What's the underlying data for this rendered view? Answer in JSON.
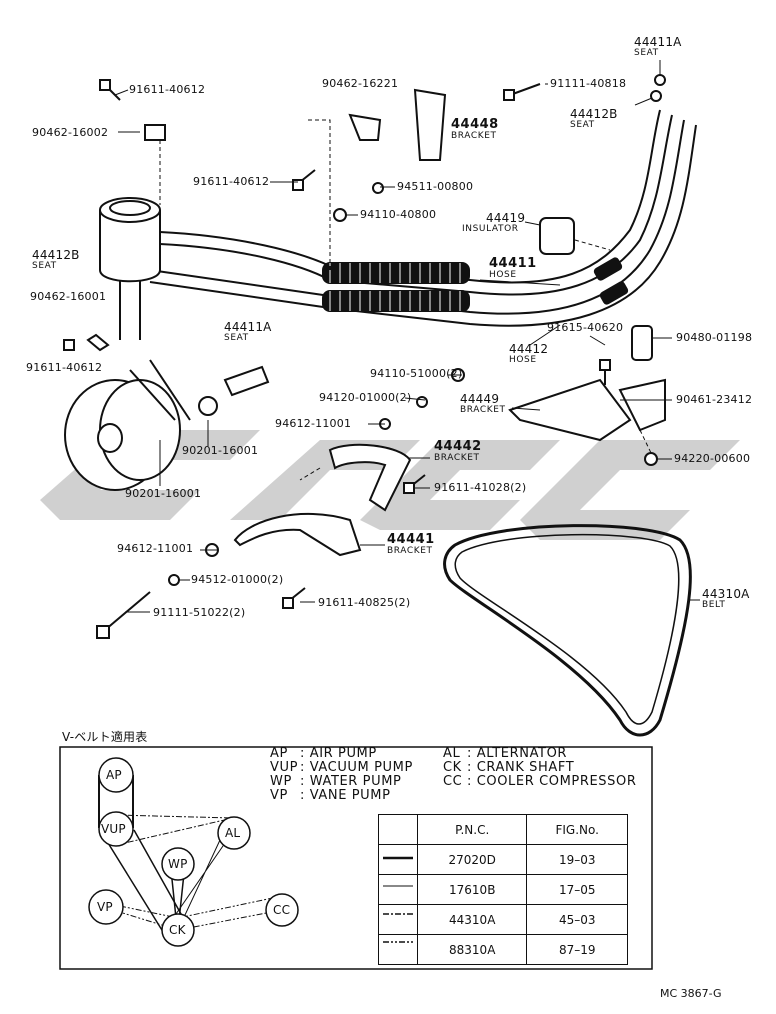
{
  "parts": [
    {
      "id": "p1",
      "text": "91611-40612"
    },
    {
      "id": "p2",
      "text": "90462-16002"
    },
    {
      "id": "p3",
      "text": "90462-16221"
    },
    {
      "id": "p4",
      "text": "44448",
      "sub": "BRACKET"
    },
    {
      "id": "p5",
      "text": "91111-40818"
    },
    {
      "id": "p6",
      "text": "44411A",
      "sub": "SEAT"
    },
    {
      "id": "p7",
      "text": "44412B",
      "sub": "SEAT"
    },
    {
      "id": "p8",
      "text": "91611-40612"
    },
    {
      "id": "p9",
      "text": "94511-00800"
    },
    {
      "id": "p10",
      "text": "94110-40800"
    },
    {
      "id": "p11",
      "text": "44419",
      "sub": "INSULATOR"
    },
    {
      "id": "p12",
      "text": "44412B",
      "sub": "SEAT"
    },
    {
      "id": "p13",
      "text": "44411",
      "sub": "HOSE"
    },
    {
      "id": "p14",
      "text": "90462-16001"
    },
    {
      "id": "p15",
      "text": "91611-40612"
    },
    {
      "id": "p16",
      "text": "44411A",
      "sub": "SEAT"
    },
    {
      "id": "p17",
      "text": "44412",
      "sub": "HOSE"
    },
    {
      "id": "p18",
      "text": "91615-40620"
    },
    {
      "id": "p19",
      "text": "90480-01198"
    },
    {
      "id": "p20",
      "text": "94110-51000(2)"
    },
    {
      "id": "p21",
      "text": "94120-01000(2)"
    },
    {
      "id": "p22",
      "text": "44449",
      "sub": "BRACKET"
    },
    {
      "id": "p23",
      "text": "90461-23412"
    },
    {
      "id": "p24",
      "text": "94612-11001"
    },
    {
      "id": "p25",
      "text": "90201-16001"
    },
    {
      "id": "p26",
      "text": "44442",
      "sub": "BRACKET"
    },
    {
      "id": "p27",
      "text": "94220-00600"
    },
    {
      "id": "p28",
      "text": "90201-16001"
    },
    {
      "id": "p29",
      "text": "91611-41028(2)"
    },
    {
      "id": "p30",
      "text": "44441",
      "sub": "BRACKET"
    },
    {
      "id": "p31",
      "text": "94612-11001"
    },
    {
      "id": "p32",
      "text": "94512-01000(2)"
    },
    {
      "id": "p33",
      "text": "44310A",
      "sub": "BELT"
    },
    {
      "id": "p34",
      "text": "91611-40825(2)"
    },
    {
      "id": "p35",
      "text": "91111-51022(2)"
    }
  ],
  "legend": {
    "title": "V-ベルト適用表",
    "items": [
      {
        "code": "AP",
        "name": ": AIR PUMP"
      },
      {
        "code": "VUP",
        "name": ": VACUUM PUMP"
      },
      {
        "code": "WP",
        "name": ": WATER PUMP"
      },
      {
        "code": "VP",
        "name": ": VANE PUMP"
      },
      {
        "code": "AL",
        "name": ": ALTERNATOR"
      },
      {
        "code": "CK",
        "name": ": CRANK SHAFT"
      },
      {
        "code": "CC",
        "name": ": COOLER COMPRESSOR"
      }
    ]
  },
  "pulleys": [
    "AP",
    "VUP",
    "WP",
    "AL",
    "VP",
    "CK",
    "CC"
  ],
  "table": {
    "headers": [
      "P.N.C.",
      "FIG.No."
    ],
    "rows": [
      {
        "pnc": "27020D",
        "fig": "19–03",
        "line": "solid-thick"
      },
      {
        "pnc": "17610B",
        "fig": "17–05",
        "line": "solid-thin"
      },
      {
        "pnc": "44310A",
        "fig": "45–03",
        "line": "dash-dot"
      },
      {
        "pnc": "88310A",
        "fig": "87–19",
        "line": "dash-dot-dot"
      }
    ]
  },
  "caption": "MC 3867-G",
  "watermark_color": "#c8c8c8"
}
